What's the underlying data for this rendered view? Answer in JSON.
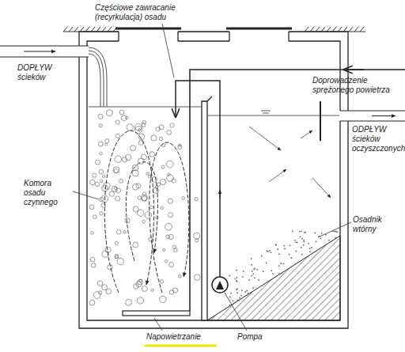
{
  "diagram": {
    "labels": [
      "Częściowe zawracanie (recyrkulacja) osadu",
      "Doprowadzenie sprężonego powietrza",
      "DOPŁYW ścieków",
      "ODPŁYW ścieków oczyszczonych",
      "Komora osadu czynnego",
      "Osadnik wtórny",
      "Napowietrzanie",
      "Pompa"
    ]
  }
}
